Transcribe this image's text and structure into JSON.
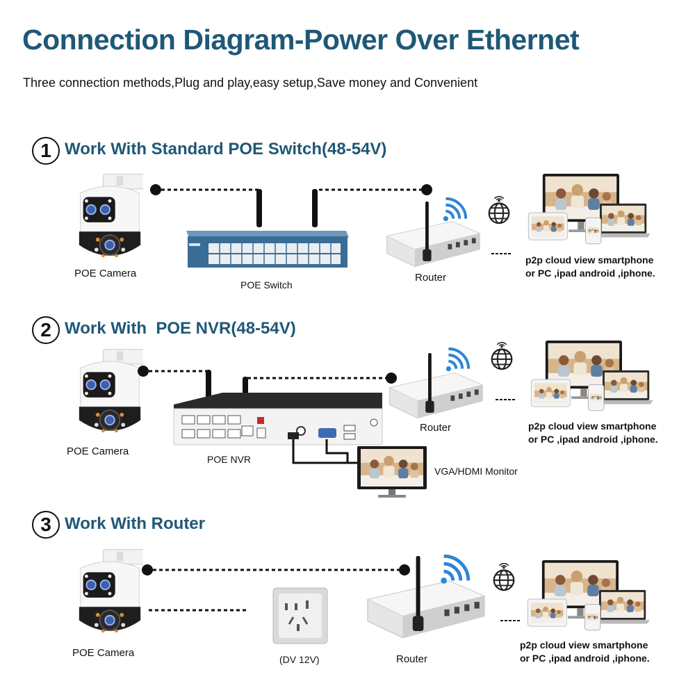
{
  "header": {
    "title": "Connection Diagram-Power Over Ethernet",
    "subtitle": "Three connection methods,Plug and play,easy setup,Save money and Convenient"
  },
  "sections": [
    {
      "number": "1",
      "title": "Work With Standard POE Switch(48-54V)",
      "camera_label": "POE Camera",
      "device_label": "POE Switch",
      "router_label": "Router",
      "view_line1": "p2p cloud view smartphone",
      "view_line2": "or PC ,ipad android ,iphone."
    },
    {
      "number": "2",
      "title": "Work With  POE NVR(48-54V)",
      "camera_label": "POE Camera",
      "device_label": "POE NVR",
      "monitor_label": "VGA/HDMI Monitor",
      "router_label": "Router",
      "view_line1": "p2p cloud view smartphone",
      "view_line2": "or PC ,ipad android ,iphone."
    },
    {
      "number": "3",
      "title": "Work With Router",
      "camera_label": "POE Camera",
      "device_label": "(DV 12V)",
      "router_label": "Router",
      "view_line1": "p2p cloud view smartphone",
      "view_line2": "or PC ,ipad android ,iphone."
    }
  ],
  "colors": {
    "title": "#1f5877",
    "switch_blue": "#3a6d96",
    "wifi_blue": "#2f86d4"
  }
}
